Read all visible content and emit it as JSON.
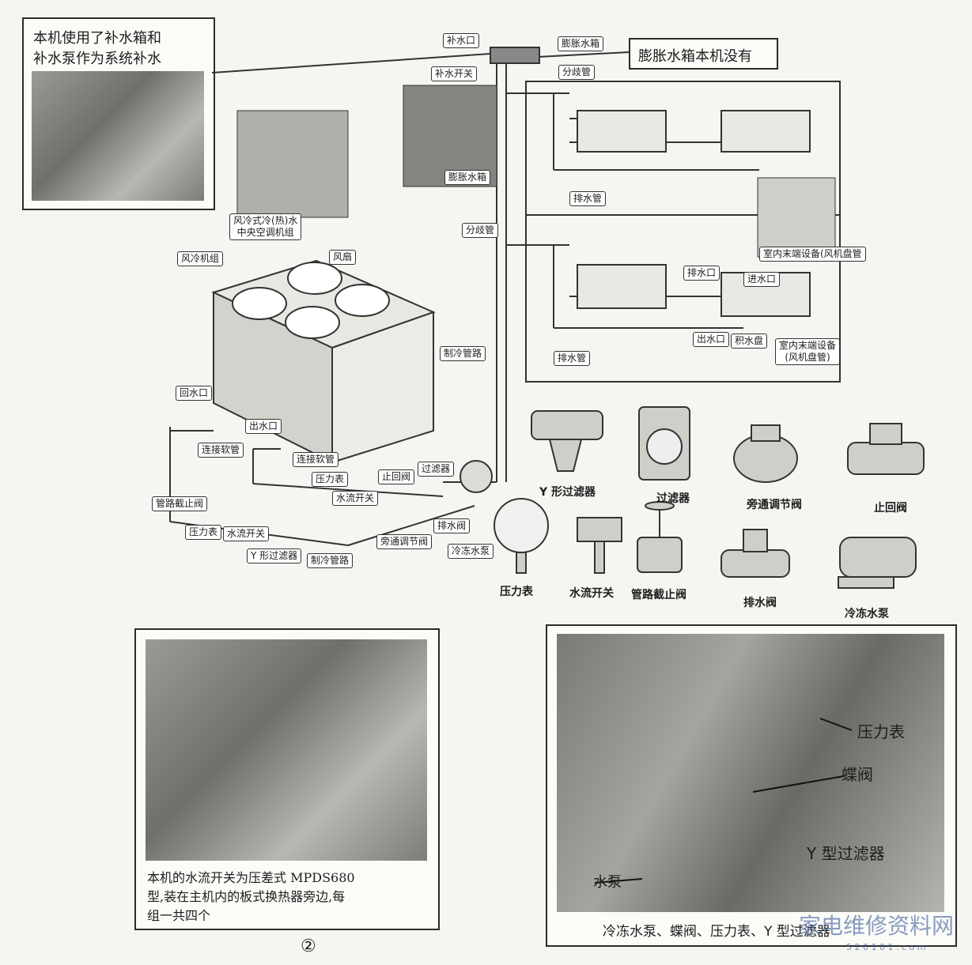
{
  "top_left_note": {
    "line1": "本机使用了补水箱和",
    "line2": "补水泵作为系统补水"
  },
  "expansion_note": "膨胀水箱本机没有",
  "labels": {
    "makeup_inlet": "补水口",
    "makeup_switch": "补水开关",
    "expansion_tank_small": "膨胀水箱",
    "branch_pipe_1": "分歧管",
    "expansion_tank": "膨胀水箱",
    "drain_pipe_1": "排水管",
    "indoor_unit_1": "室内末端设备(风机盘管",
    "branch_pipe_2": "分歧管",
    "drain_outlet": "排水口",
    "water_inlet": "进水口",
    "water_outlet_right": "出水口",
    "drip_tray": "积水盘",
    "indoor_unit_2_line1": "室内末端设备",
    "indoor_unit_2_line2": "(风机盘管)",
    "drain_pipe_2": "排水管",
    "chiller_line1": "风冷式冷(热)水",
    "chiller_line2": "中央空调机组",
    "air_cooled_unit": "风冷机组",
    "fan": "风扇",
    "refrigerant_pipe_1": "制冷管路",
    "return_inlet": "回水口",
    "flex_hose_1": "连接软管",
    "outlet": "出水口",
    "flex_hose_2": "连接软管",
    "pressure_gauge_small": "压力表",
    "check_valve_small": "止回阀",
    "filter_small": "过滤器",
    "flow_switch_small_1": "水流开关",
    "pipe_stop_valve": "管路截止阀",
    "pressure_gauge_small_2": "压力表",
    "flow_switch_small_2": "水流开关",
    "y_filter_small": "Y 形过滤器",
    "refrigerant_pipe_2": "制冷管路",
    "bypass_valve_small": "旁通调节阀",
    "drain_valve_small": "排水阀",
    "chilled_pump_small": "冷冻水泵"
  },
  "components": {
    "y_filter": "Y 形过滤器",
    "filter": "过滤器",
    "bypass_valve": "旁通调节阀",
    "check_valve": "止回阀",
    "pressure_gauge": "压力表",
    "flow_switch": "水流开关",
    "stop_valve": "管路截止阀",
    "drain_valve": "排水阀",
    "chilled_pump": "冷冻水泵"
  },
  "bottom_left_caption": {
    "line1": "本机的水流开关为压差式 MPDS680",
    "line2": "型,装在主机内的板式换热器旁边,每",
    "line3": "组一共四个"
  },
  "bottom_right": {
    "pressure_gauge": "压力表",
    "butterfly_valve": "蝶阀",
    "y_filter": "Y 型过滤器",
    "pump": "水泵",
    "caption": "冷冻水泵、蝶阀、压力表、Y 型过滤器"
  },
  "page_mark": "②",
  "watermark_logo": "家电维修资料网",
  "watermark_url": "5 2 0 1 0 1 . c o m"
}
